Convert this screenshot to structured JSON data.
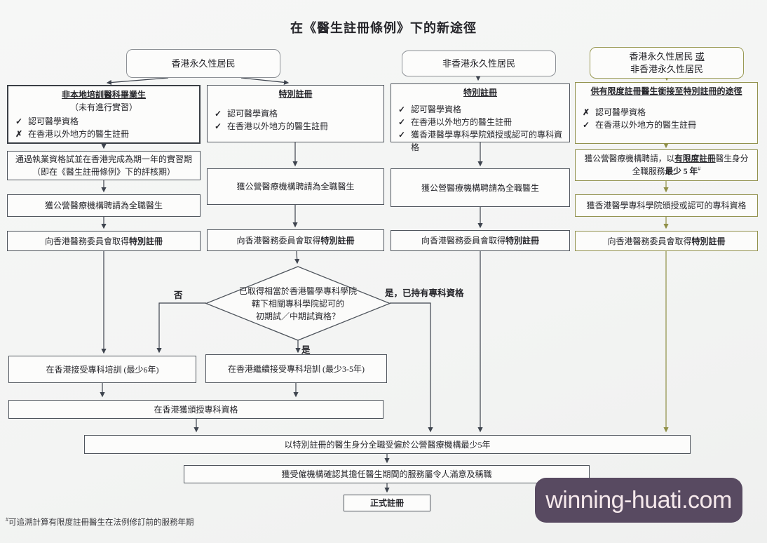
{
  "title": "在《醫生註冊條例》下的新途徑",
  "headers": {
    "hk_resident": "香港永久性居民",
    "non_hk_resident": "非香港永久性居民",
    "either_line1_main": "香港永久性居民",
    "either_line1_or": "或",
    "either_line2": "非香港永久性居民"
  },
  "col1": {
    "entry": {
      "title": "非本地培訓醫科畢業生",
      "subtitle": "（未有進行實習）",
      "items": [
        {
          "mark": "✓",
          "text": "認可醫學資格"
        },
        {
          "mark": "✗",
          "text": "在香港以外地方的醫生註冊"
        }
      ]
    },
    "exam_line1": "通過執業資格試並在香港完成為期一年的實習期",
    "exam_line2": "（即在《醫生註冊條例》下的評核期）",
    "employed": "獲公營醫療機構聘請為全職醫生",
    "mchk_prefix": "向香港醫務委員會取得",
    "mchk_bold": "特別註冊"
  },
  "col2": {
    "entry": {
      "title": "特別註冊",
      "items": [
        {
          "mark": "✓",
          "text": "認可醫學資格"
        },
        {
          "mark": "✓",
          "text": "在香港以外地方的醫生註冊"
        }
      ]
    },
    "employed": "獲公營醫療機構聘請為全職醫生",
    "mchk_prefix": "向香港醫務委員會取得",
    "mchk_bold": "特別註冊"
  },
  "col3": {
    "entry": {
      "title": "特別註冊",
      "items": [
        {
          "mark": "✓",
          "text": "認可醫學資格"
        },
        {
          "mark": "✓",
          "text": "在香港以外地方的醫生註冊"
        },
        {
          "mark": "✓",
          "text": "獲香港醫學專科學院頒授或認可的專科資格"
        }
      ]
    },
    "employed": "獲公營醫療機構聘請為全職醫生",
    "mchk_prefix": "向香港醫務委員會取得",
    "mchk_bold": "特別註冊"
  },
  "col4": {
    "entry": {
      "title": "供有限度註冊醫生銜接至特別註冊的途徑",
      "items": [
        {
          "mark": "✗",
          "text": "認可醫學資格"
        },
        {
          "mark": "✓",
          "text": "在香港以外地方的醫生註冊"
        }
      ]
    },
    "service_line1_pre": "獲公營醫療機構聘請，以",
    "service_line1_bold": "有限度註冊",
    "service_line1_post": "醫生身分",
    "service_line2_pre": "全職服務",
    "service_line2_bold": "最少 5 年",
    "service_line2_sup": "#",
    "fellowship": "獲香港醫學專科學院頒授或認可的專科資格",
    "mchk_prefix": "向香港醫務委員會取得",
    "mchk_bold": "特別註冊"
  },
  "decision": {
    "line1": "已取得相當於香港醫學專科學院",
    "line2": "轄下相關專科學院認可的",
    "line3": "初期試／中期試資格？",
    "label_no": "否",
    "label_yes": "是",
    "label_yes_specialist": "是，已持有專科資格"
  },
  "bottom": {
    "training6": "在香港接受專科培訓 (最少6年)",
    "training35": "在香港繼續接受專科培訓 (最少3-5年)",
    "qualification": "在香港獲頒授專科資格",
    "employment5": "以特別註冊的醫生身分全職受僱於公營醫療機構最少5年",
    "confirmation": "獲受僱機構確認其擔任醫生期間的服務屬令人滿意及稱職",
    "full_registration": "正式註冊"
  },
  "footnote": {
    "marker": "#",
    "text": "可追溯計算有限度註冊醫生在法例修訂前的服務年期"
  },
  "watermark": "winning-huati.com",
  "colors": {
    "line_dark": "#3e444e",
    "accent_olive": "#8f8f46",
    "watermark_purple": "#584a61"
  }
}
